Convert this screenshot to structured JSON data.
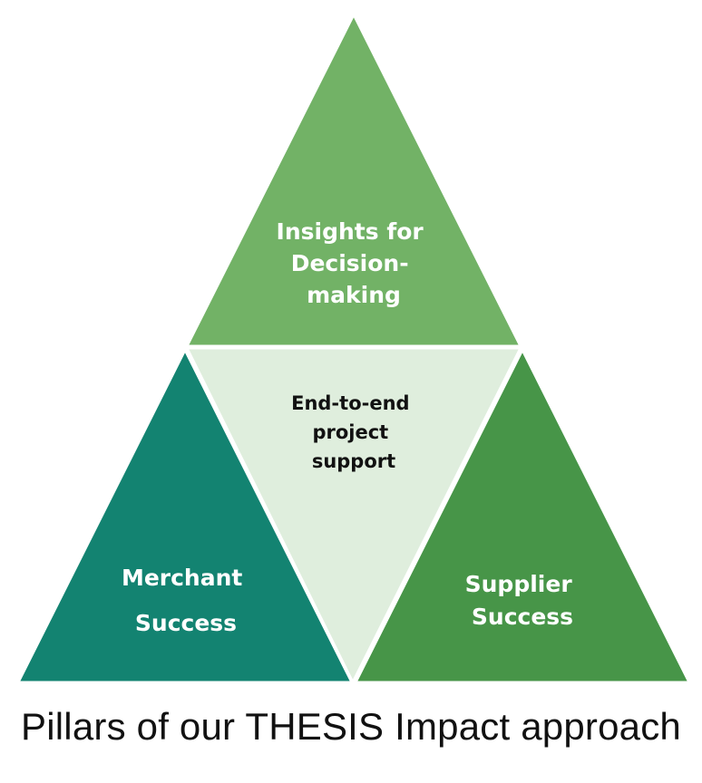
{
  "pillars": {
    "top": {
      "lines": [
        "Insights for",
        "Decision-",
        "making"
      ],
      "color": "#72b266"
    },
    "center": {
      "lines": [
        "End-to-end",
        "project",
        "support"
      ],
      "color": "#dfeedd"
    },
    "left": {
      "lines": [
        "Merchant",
        "Success"
      ],
      "color": "#138371"
    },
    "right": {
      "lines": [
        "Supplier",
        "Success"
      ],
      "color": "#479548"
    }
  },
  "caption": "Pillars of our THESIS Impact approach"
}
